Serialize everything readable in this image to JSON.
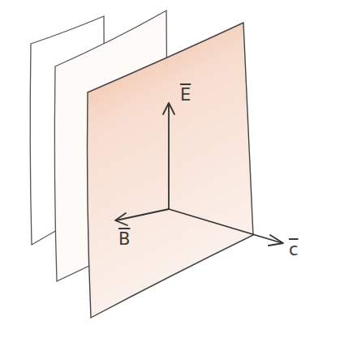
{
  "diagram": {
    "labels": [
      "E",
      "B",
      "c"
    ]
  }
}
